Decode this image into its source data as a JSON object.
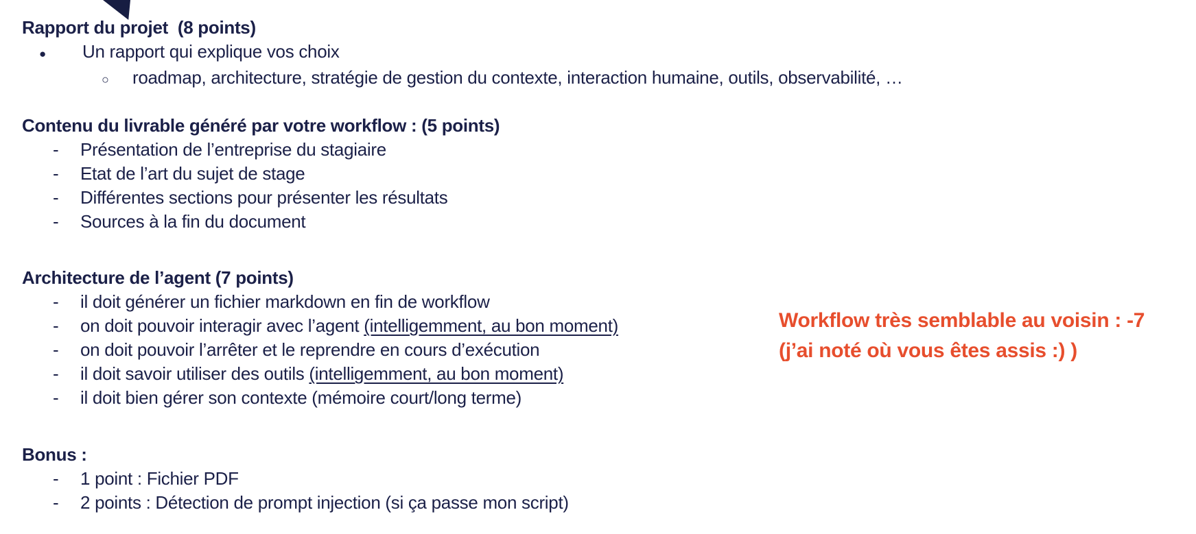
{
  "page": {
    "background_color": "#ffffff",
    "text_color": "#1b2048",
    "annotation_color": "#e74e2d"
  },
  "markers": {
    "disc": "●",
    "circle": "○",
    "dash": "-"
  },
  "sections": [
    {
      "heading": "Rapport du projet  (8 points)",
      "items": [
        {
          "text": "Un rapport qui explique vos choix"
        },
        {
          "text": "roadmap, architecture, stratégie de gestion du contexte, interaction humaine, outils, observabilité, …"
        }
      ]
    },
    {
      "heading": "Contenu du livrable généré par votre workflow : (5 points)",
      "items": [
        {
          "text": "Présentation de l’entreprise du stagiaire"
        },
        {
          "text": "Etat de l’art du sujet de stage"
        },
        {
          "text": "Différentes sections pour présenter les résultats"
        },
        {
          "text": "Sources à la fin du document"
        }
      ]
    },
    {
      "heading": "Architecture de l’agent (7 points)",
      "items": [
        {
          "text": "il doit générer un fichier markdown en fin de workflow"
        },
        {
          "text": "on doit pouvoir interagir avec l’agent ",
          "underlined": "(intelligemment, au bon moment)"
        },
        {
          "text": "on doit pouvoir l’arrêter et le reprendre en cours d’exécution"
        },
        {
          "text": "il doit savoir utiliser des outils ",
          "underlined": "(intelligemment, au bon moment)"
        },
        {
          "text": "il doit bien gérer son contexte (mémoire court/long terme)"
        }
      ]
    },
    {
      "heading": "Bonus :",
      "items": [
        {
          "text": "1 point : Fichier PDF"
        },
        {
          "text": "2 points : Détection de prompt injection (si ça passe mon script)"
        }
      ]
    }
  ],
  "annotation": {
    "line1": "Workflow très semblable au voisin : -7",
    "line2": "(j’ai noté où vous êtes assis :) )"
  }
}
